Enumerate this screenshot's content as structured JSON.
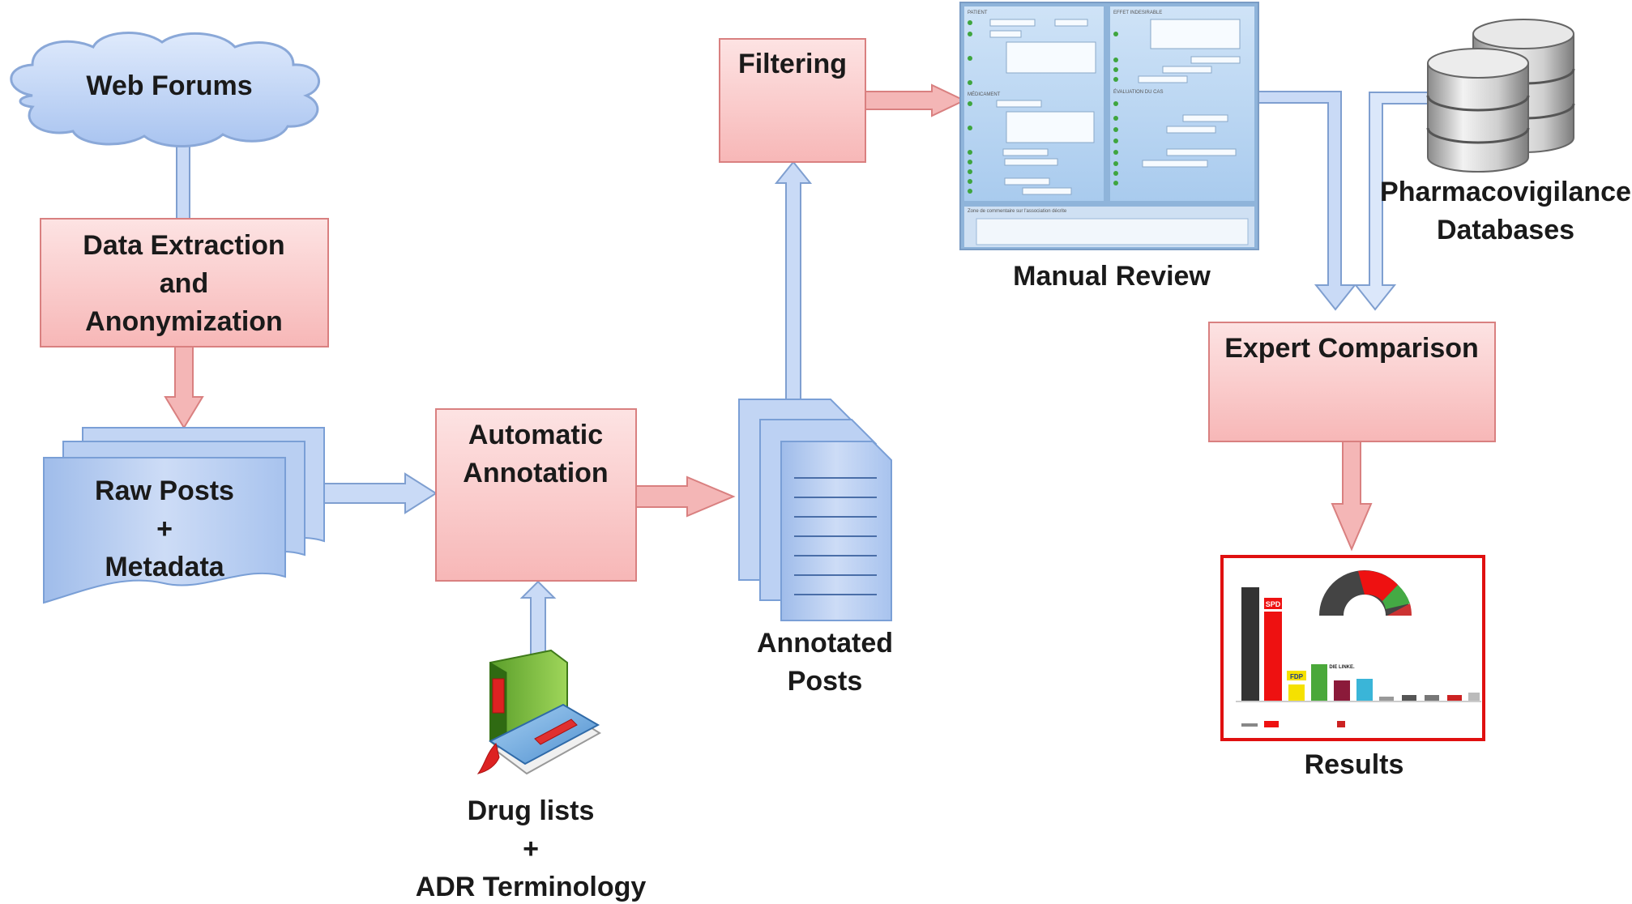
{
  "nodes": {
    "web_forums": "Web Forums",
    "data_extraction": [
      "Data Extraction",
      "and",
      "Anonymization"
    ],
    "raw_posts": [
      "Raw Posts",
      "+",
      "Metadata"
    ],
    "automatic_annotation": [
      "Automatic",
      "Annotation"
    ],
    "drug_lists": [
      "Drug lists",
      "+",
      "ADR Terminology"
    ],
    "annotated_posts": [
      "Annotated",
      "Posts"
    ],
    "filtering": "Filtering",
    "manual_review": "Manual Review",
    "pharmacovigilance": [
      "Pharmacovigilance",
      "Databases"
    ],
    "expert_comparison": "Expert Comparison",
    "results": "Results"
  },
  "form_sections": {
    "patient": "PATIENT",
    "effet": "EFFET INDESIRABLE",
    "medicament": "MÉDICAMENT",
    "evaluation": "ÉVALUATION DU CAS",
    "commentaire": "Zone de commentaire sur l'association décrite"
  },
  "results_chart": {
    "party_labels": [
      "SPD",
      "FDP",
      "DIE LINKE."
    ]
  },
  "colors": {
    "process_fill": "#f9c9c9",
    "process_stroke": "#d98080",
    "doc_fill": "#b7cff2",
    "doc_stroke": "#7a9fd6",
    "arrow_red": "#f4b6b6",
    "arrow_blue": "#c9daf6",
    "arrow_blue_stroke": "#7f9fd0",
    "results_border": "#e01010"
  }
}
